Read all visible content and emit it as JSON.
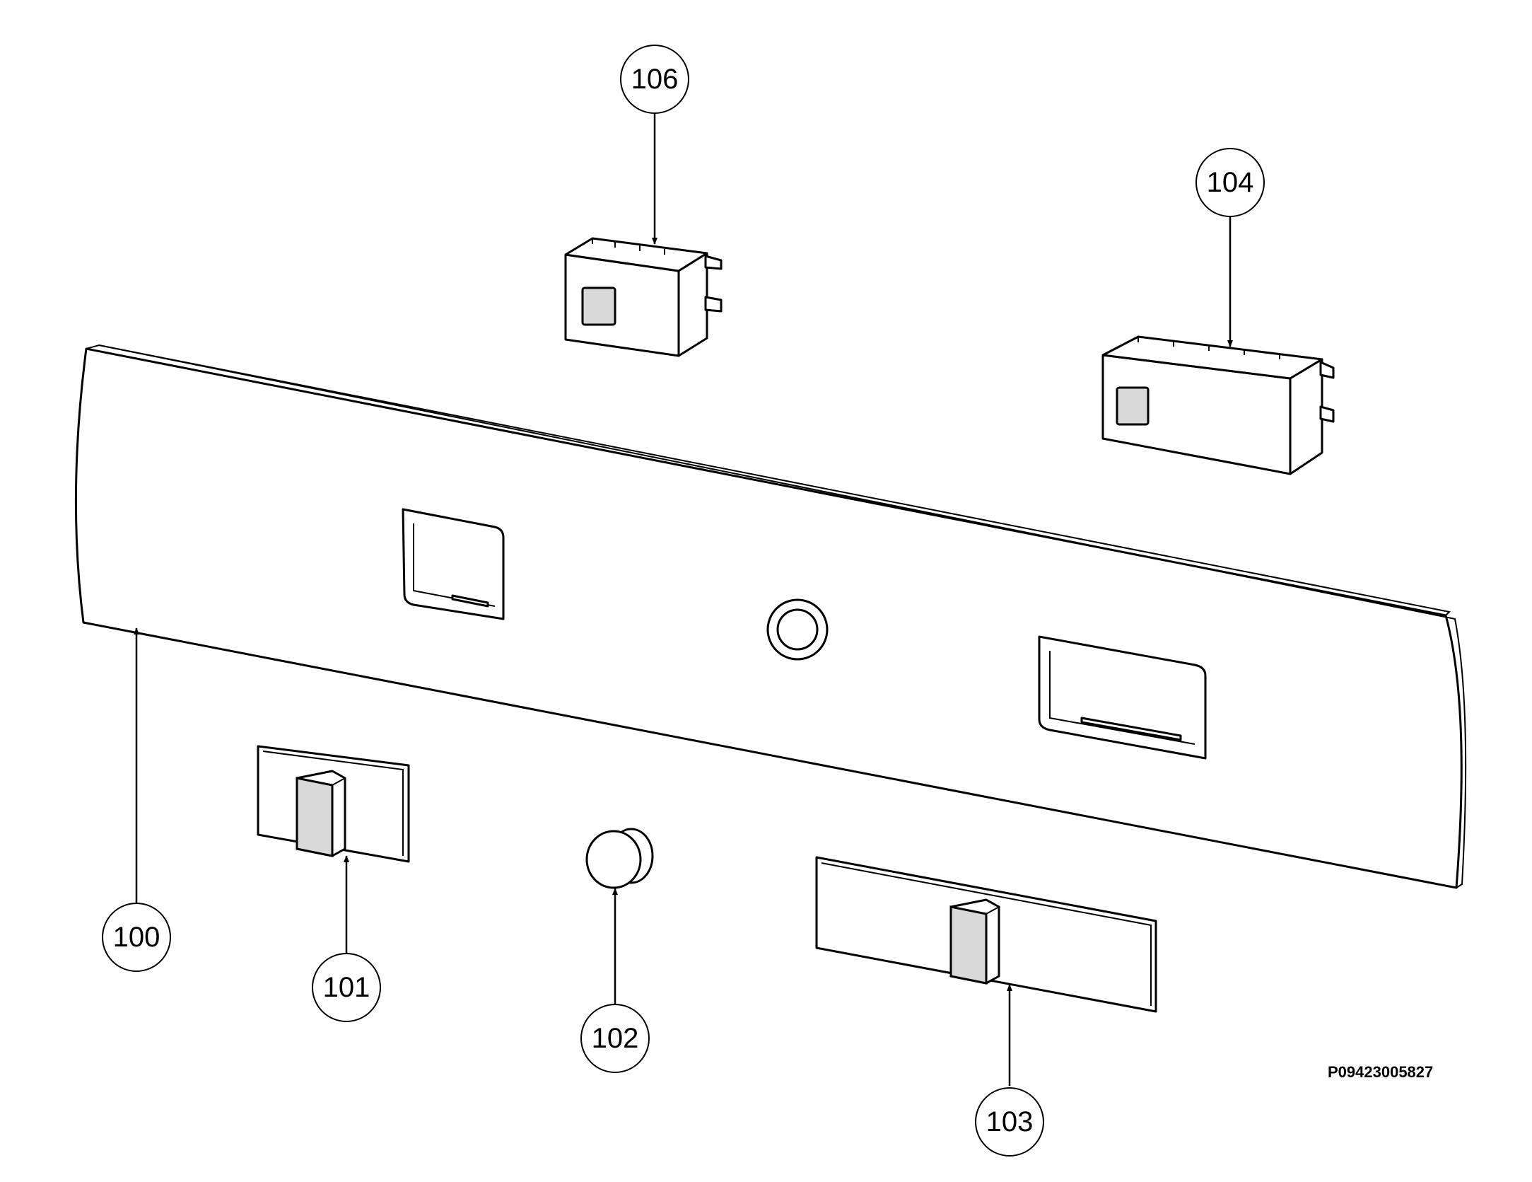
{
  "drawing_number": "P09423005827",
  "colors": {
    "line": "#000000",
    "background": "#ffffff",
    "shade": "#d9d9d9"
  },
  "callouts": [
    {
      "id": "panel",
      "label": "100"
    },
    {
      "id": "knob-left",
      "label": "101"
    },
    {
      "id": "plug",
      "label": "102"
    },
    {
      "id": "knob-right",
      "label": "103"
    },
    {
      "id": "switch-right",
      "label": "104"
    },
    {
      "id": "switch-left",
      "label": "106"
    }
  ]
}
